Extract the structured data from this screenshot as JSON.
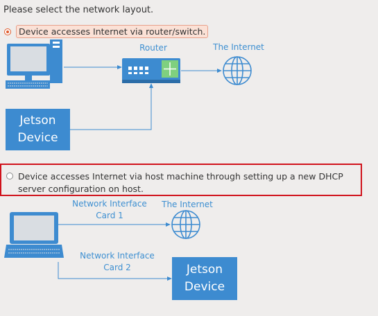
{
  "prompt": "Please select the network layout.",
  "options": [
    {
      "label": "Device accesses Internet via router/switch.",
      "selected": true,
      "diagram": {
        "router_label": "Router",
        "internet_label": "The Internet",
        "jetson_line1": "Jetson",
        "jetson_line2": "Device"
      }
    },
    {
      "label": "Device accesses Internet via host machine through setting up a new DHCP server configuration on host.",
      "selected": false,
      "diagram": {
        "nic1_line1": "Network Interface",
        "nic1_line2": "Card 1",
        "nic2_line1": "Network Interface",
        "nic2_line2": "Card 2",
        "internet_label": "The Internet",
        "jetson_line1": "Jetson",
        "jetson_line2": "Device"
      }
    }
  ],
  "colors": {
    "accent_blue": "#3d8bd0",
    "highlight_red": "#d0121b",
    "radio_selected": "#e05a2b"
  }
}
